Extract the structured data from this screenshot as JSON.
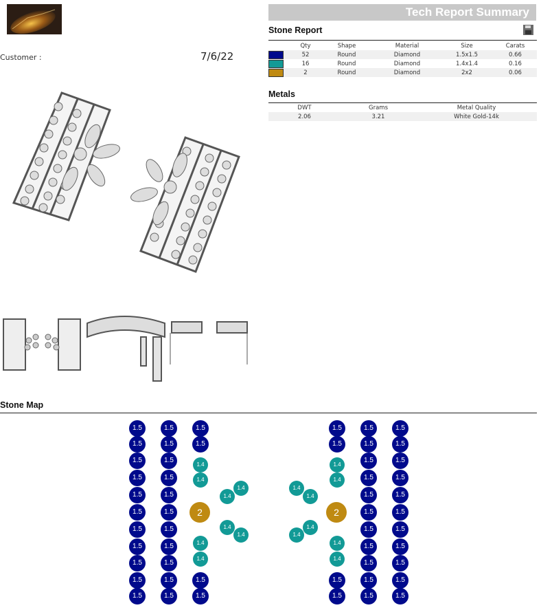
{
  "header": {
    "title": "Tech Report Summary",
    "customer_label": "Customer :",
    "date": "7/6/22"
  },
  "stone_report": {
    "heading": "Stone Report",
    "save_icon": "floppy-disk-icon",
    "columns": [
      "",
      "Qty",
      "Shape",
      "Material",
      "Size",
      "Carats"
    ],
    "rows": [
      {
        "color": "#000a8c",
        "qty": "52",
        "shape": "Round",
        "material": "Diamond",
        "size": "1.5x1.5",
        "carats": "0.66"
      },
      {
        "color": "#129a96",
        "qty": "16",
        "shape": "Round",
        "material": "Diamond",
        "size": "1.4x1.4",
        "carats": "0.16"
      },
      {
        "color": "#bf8a12",
        "qty": "2",
        "shape": "Round",
        "material": "Diamond",
        "size": "2x2",
        "carats": "0.06"
      }
    ]
  },
  "metals": {
    "heading": "Metals",
    "columns": [
      "DWT",
      "Grams",
      "Metal Quality"
    ],
    "rows": [
      {
        "dwt": "2.06",
        "grams": "3.21",
        "quality": "White Gold-14k"
      }
    ]
  },
  "stone_map": {
    "heading": "Stone Map",
    "colors": {
      "1.5": "#000a8c",
      "1.4": "#129a96",
      "2": "#bf8a12"
    },
    "stones": []
  }
}
